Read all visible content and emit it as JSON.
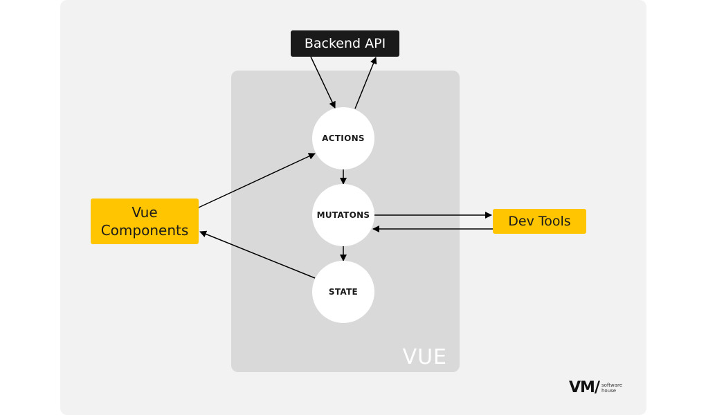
{
  "diagram": {
    "container_label": "VUE",
    "nodes": {
      "backend_api": "Backend API",
      "actions": "ACTIONS",
      "mutations": "MUTATONS",
      "state": "STATE",
      "vue_components": "Vue\nComponents",
      "dev_tools": "Dev Tools"
    }
  },
  "logo": {
    "mark": "VM/",
    "text": "software\nhouse"
  },
  "colors": {
    "accent": "#ffc500",
    "dark": "#1a1a1a",
    "panel": "#d9d9d9",
    "background": "#f2f2f2"
  }
}
